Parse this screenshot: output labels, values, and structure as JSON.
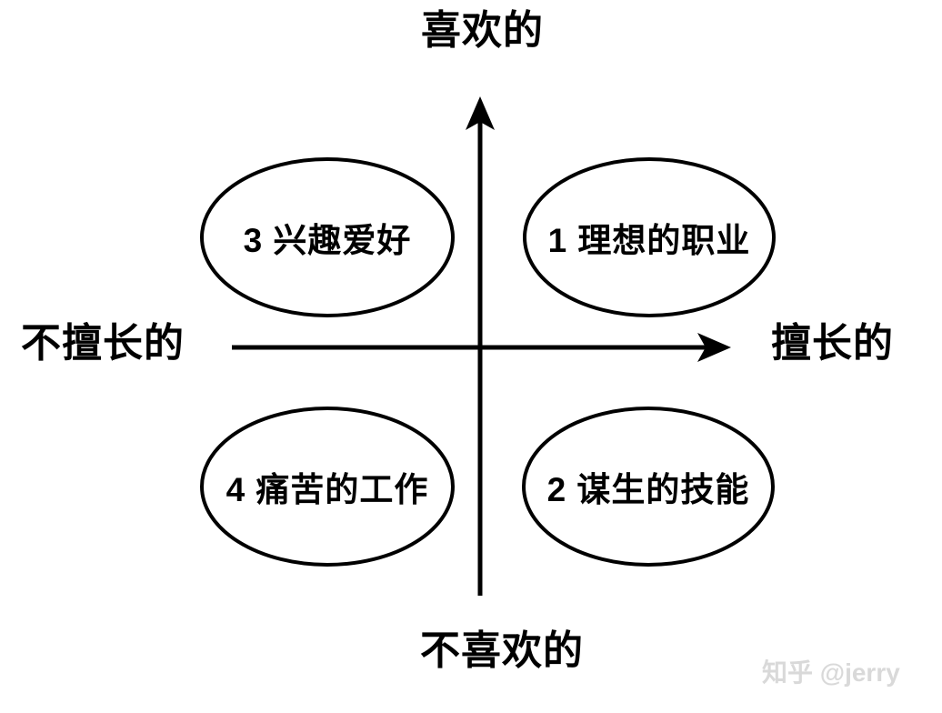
{
  "diagram": {
    "title_hint": "liked-vs-skilled quadrant matrix",
    "axes": {
      "top_label": "喜欢的",
      "bottom_label": "不喜欢的",
      "left_label": "不擅长的",
      "right_label": "擅长的"
    },
    "quadrants": {
      "top_left": {
        "label": "3 兴趣爱好"
      },
      "top_right": {
        "label": "1 理想的职业"
      },
      "bottom_left": {
        "label": "4 痛苦的工作"
      },
      "bottom_right": {
        "label": "2 谋生的技能"
      }
    },
    "watermark": "知乎 @jerry",
    "colors": {
      "line": "#000000",
      "background": "#ffffff",
      "watermark": "#d9d9d9"
    }
  }
}
